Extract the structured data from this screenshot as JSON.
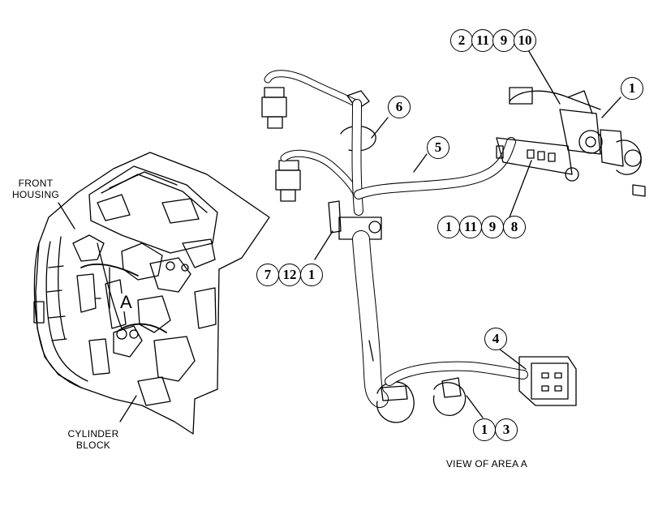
{
  "labels": {
    "front_housing_line1": "FRONT",
    "front_housing_line2": "HOUSING",
    "cylinder_block_line1": "CYLINDER",
    "cylinder_block_line2": "BLOCK",
    "view_caption": "VIEW OF AREA A",
    "area_marker": "A"
  },
  "callouts": {
    "top_group": [
      "2",
      "11",
      "9",
      "10"
    ],
    "right_top": "1",
    "item_6": "6",
    "item_5": "5",
    "mid_right_group": [
      "1",
      "11",
      "9",
      "8"
    ],
    "left_group": [
      "7",
      "12",
      "1"
    ],
    "item_4": "4",
    "bottom_group": [
      "1",
      "3"
    ]
  }
}
